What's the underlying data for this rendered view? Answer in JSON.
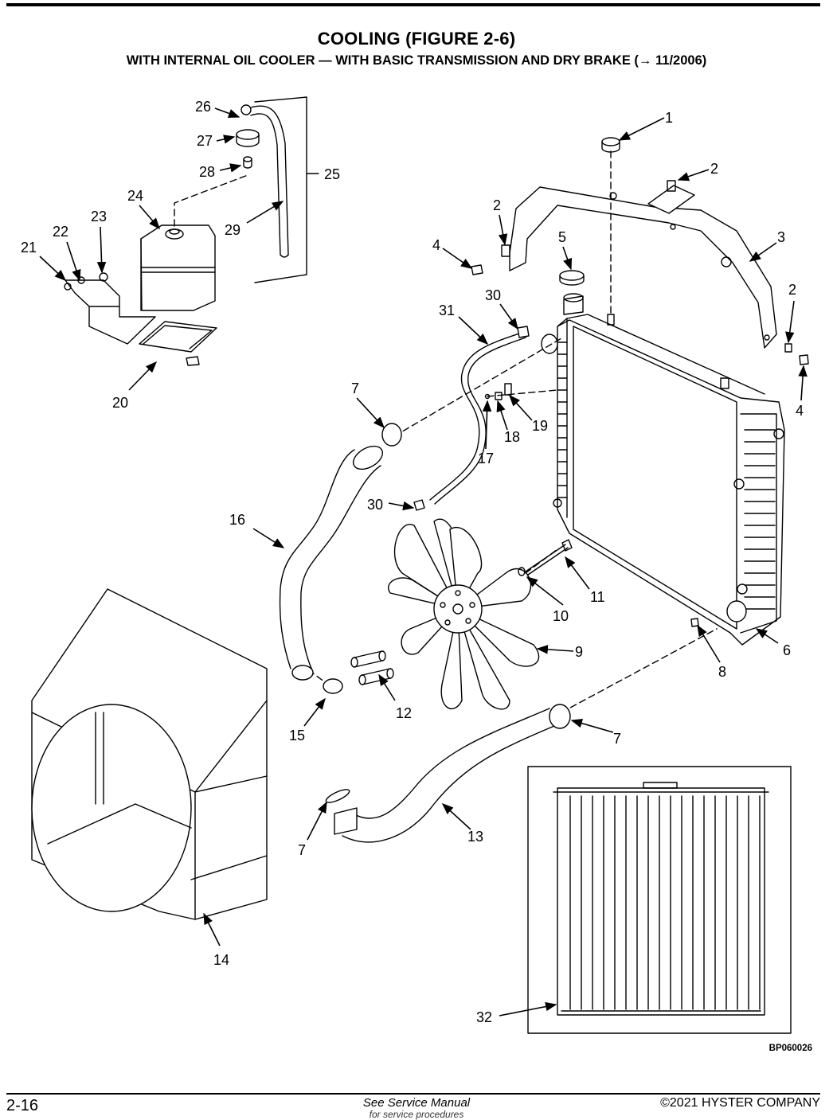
{
  "header": {
    "title": "COOLING (FIGURE 2-6)",
    "subtitle": "WITH INTERNAL OIL COOLER — WITH BASIC TRANSMISSION AND DRY BRAKE  (→ 11/2006)"
  },
  "diagram": {
    "ref_code": "BP060026",
    "callouts": [
      {
        "n": "1",
        "label": "1"
      },
      {
        "n": "2a",
        "label": "2"
      },
      {
        "n": "2b",
        "label": "2"
      },
      {
        "n": "2c",
        "label": "2"
      },
      {
        "n": "3",
        "label": "3"
      },
      {
        "n": "4a",
        "label": "4"
      },
      {
        "n": "4b",
        "label": "4"
      },
      {
        "n": "5",
        "label": "5"
      },
      {
        "n": "6",
        "label": "6"
      },
      {
        "n": "7a",
        "label": "7"
      },
      {
        "n": "7b",
        "label": "7"
      },
      {
        "n": "7c",
        "label": "7"
      },
      {
        "n": "8",
        "label": "8"
      },
      {
        "n": "9",
        "label": "9"
      },
      {
        "n": "10",
        "label": "10"
      },
      {
        "n": "11",
        "label": "11"
      },
      {
        "n": "12",
        "label": "12"
      },
      {
        "n": "13",
        "label": "13"
      },
      {
        "n": "14",
        "label": "14"
      },
      {
        "n": "15",
        "label": "15"
      },
      {
        "n": "16",
        "label": "16"
      },
      {
        "n": "17",
        "label": "17"
      },
      {
        "n": "18",
        "label": "18"
      },
      {
        "n": "19",
        "label": "19"
      },
      {
        "n": "20",
        "label": "20"
      },
      {
        "n": "21",
        "label": "21"
      },
      {
        "n": "22",
        "label": "22"
      },
      {
        "n": "23",
        "label": "23"
      },
      {
        "n": "24",
        "label": "24"
      },
      {
        "n": "25",
        "label": "25"
      },
      {
        "n": "26",
        "label": "26"
      },
      {
        "n": "27",
        "label": "27"
      },
      {
        "n": "28",
        "label": "28"
      },
      {
        "n": "29",
        "label": "29"
      },
      {
        "n": "30a",
        "label": "30"
      },
      {
        "n": "30b",
        "label": "30"
      },
      {
        "n": "31",
        "label": "31"
      },
      {
        "n": "32",
        "label": "32"
      }
    ]
  },
  "footer": {
    "page_number": "2-16",
    "note": "See Service Manual",
    "note_cut": "for service procedures",
    "copyright": "©2021 HYSTER COMPANY"
  }
}
